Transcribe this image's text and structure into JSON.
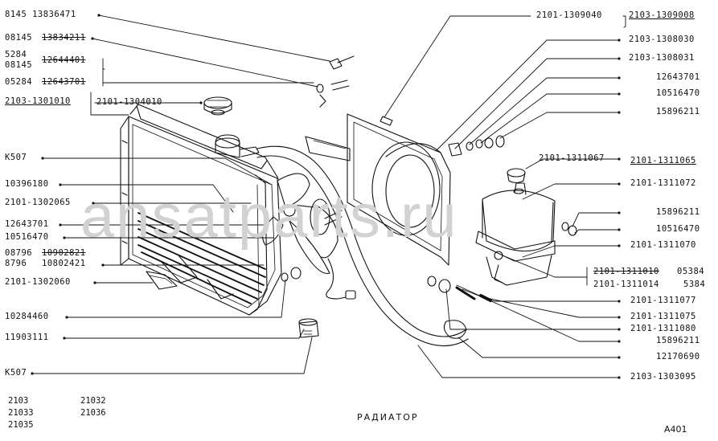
{
  "watermark": "ansatparts.ru",
  "title": "РАДИАТОР",
  "page_code": "A401",
  "models": [
    "2103",
    "21033",
    "21035",
    "21032",
    "21036"
  ],
  "left_labels": {
    "l1": "8145 13836471",
    "l2a": "08145",
    "l2b": "13834211",
    "l3a": "5284",
    "l3b": "08145",
    "l3c": "12644401",
    "l4a": "05284",
    "l4b": "12643701",
    "l5": "2103-1301010",
    "l6": "2101-1304010",
    "l7": "K507",
    "l8": "10396180",
    "l9": "2101-1302065",
    "l10": "12643701",
    "l11": "10516470",
    "l12a": "08796",
    "l12b": "10902821",
    "l13a": "8796",
    "l13b": "10802421",
    "l14": "2101-1302060",
    "l15": "10284460",
    "l16": "11903111",
    "l17": "K507"
  },
  "right_labels": {
    "r1": "2101-1309040",
    "r1b": "2103-1309008",
    "r2": "2103-1308030",
    "r3": "2103-1308031",
    "r4": "12643701",
    "r5": "10516470",
    "r6": "15896211",
    "r7": "2101-1311067",
    "r7b": "2101-1311065",
    "r8": "2101-1311072",
    "r9": "15896211",
    "r10": "10516470",
    "r11": "2101-1311070",
    "r12a": "2101-1311010",
    "r12b": "05384",
    "r13a": "2101-1311014",
    "r13b": "5384",
    "r14": "2101-1311077",
    "r15": "2101-1311075",
    "r16": "2101-1311080",
    "r17": "15896211",
    "r18": "12170690",
    "r19": "2103-1303095"
  },
  "colors": {
    "ink": "#111111",
    "watermark": "#d2d2d2",
    "background": "#ffffff"
  }
}
